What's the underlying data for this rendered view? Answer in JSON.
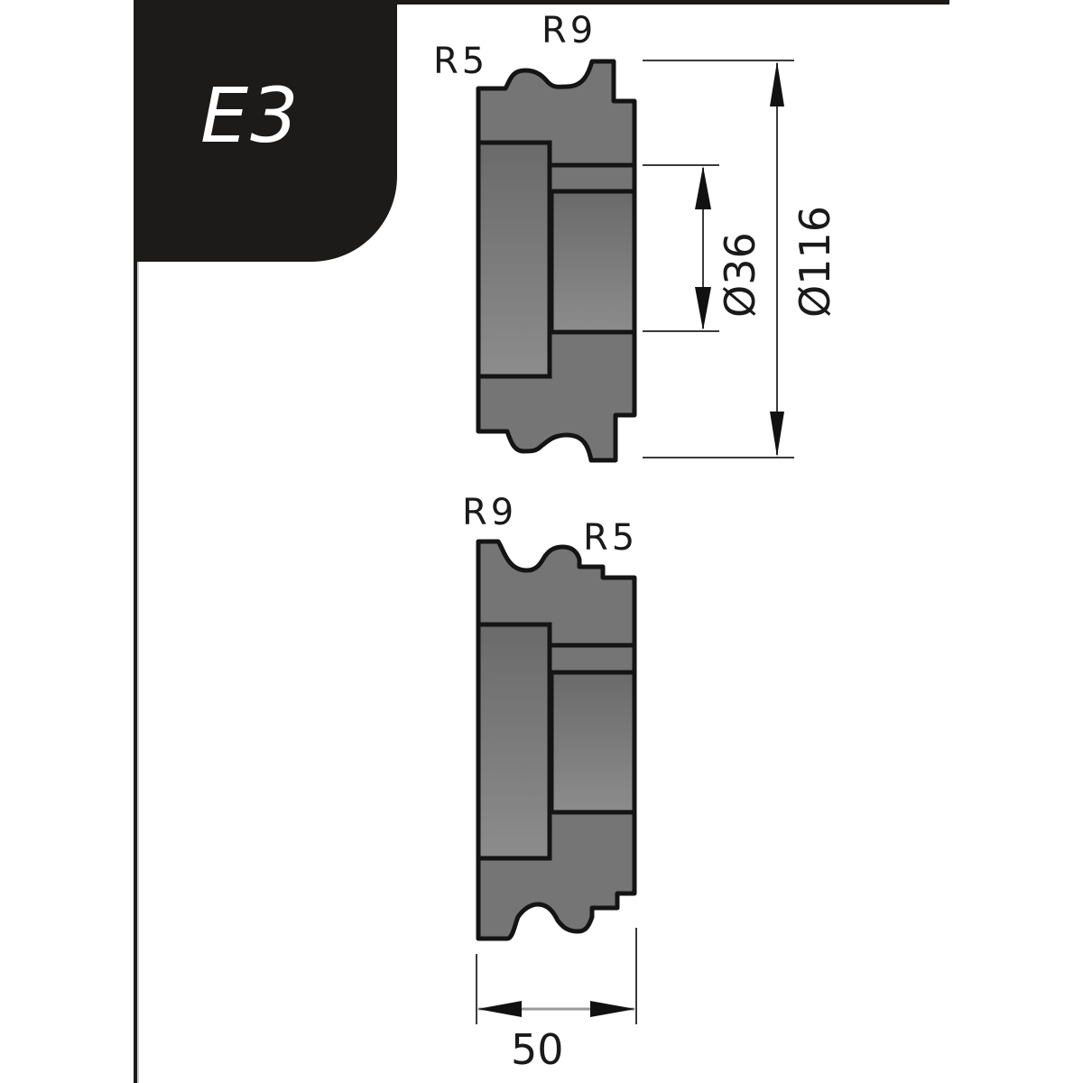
{
  "header": {
    "profile_code": "E3"
  },
  "upper_roller": {
    "radius_left_label": "R5",
    "radius_right_label": "R9",
    "inner_diameter_label": "Ø36",
    "outer_diameter_label": "Ø116"
  },
  "lower_roller": {
    "radius_left_label": "R9",
    "radius_right_label": "R5",
    "width_label": "50"
  },
  "dimensions": {
    "outer_diameter_mm": 116,
    "bore_diameter_mm": 36,
    "width_mm": 50,
    "groove_radii_mm": [
      5,
      9
    ]
  },
  "colors": {
    "badge_background": "#1c1b1a",
    "badge_text": "#ffffff",
    "roller_fill": "#767575",
    "roller_outline": "#141414",
    "dimension_line": "#3a3a3a",
    "label_text": "#1a1a1a"
  }
}
